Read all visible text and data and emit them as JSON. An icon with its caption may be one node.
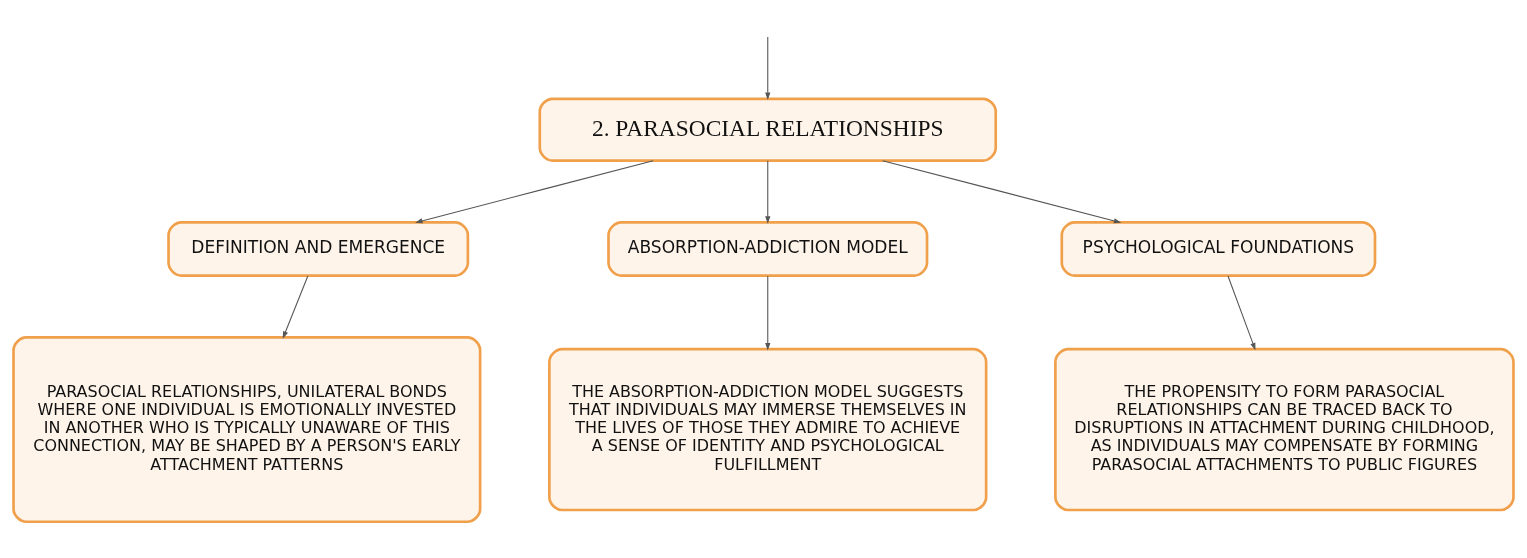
{
  "diagram": {
    "nodes": [
      {
        "text": [
          "2. PARASOCIAL RELATIONSHIPS"
        ]
      },
      {
        "text": [
          "DEFINITION AND EMERGENCE"
        ]
      },
      {
        "text": [
          "ABSORPTION-ADDICTION MODEL"
        ]
      },
      {
        "text": [
          "PSYCHOLOGICAL FOUNDATIONS"
        ]
      },
      {
        "text": [
          "PARASOCIAL RELATIONSHIPS, UNILATERAL BONDS WHERE ONE INDIVIDUAL IS EMOTIONALLY INVESTED IN ANOTHER WHO IS TYPICALLY UNAWARE OF THIS CONNECTION, MAY BE SHAPED BY A PERSON'S EARLY ATTACHMENT PATTERNS"
        ]
      },
      {
        "text": [
          "THE ABSORPTION-ADDICTION MODEL SUGGESTS THAT INDIVIDUALS MAY IMMERSE THEMSELVES IN THE LIVES OF THOSE THEY ADMIRE TO ACHIEVE A SENSE OF IDENTITY AND PSYCHOLOGICAL FULFILLMENT"
        ]
      },
      {
        "text": [
          "THE PROPENSITY TO FORM PARASOCIAL RELATIONSHIPS CAN BE TRACED BACK TO DISRUPTIONS IN ATTACHMENT DURING CHILDHOOD, AS INDIVIDUALS MAY COMPENSATE BY FORMING PARASOCIAL ATTACHMENTS TO PUBLIC FIGURES"
        ]
      }
    ],
    "edges": [
      {
        "from": null,
        "to": 0,
        "arrow": "to"
      },
      {
        "from": 0,
        "to": 1,
        "arrow": "to"
      },
      {
        "from": 0,
        "to": 2,
        "arrow": "to"
      },
      {
        "from": 0,
        "to": 3,
        "arrow": "to"
      },
      {
        "from": 1,
        "to": 4,
        "arrow": "to"
      },
      {
        "from": 2,
        "to": 5,
        "arrow": "to"
      },
      {
        "from": 3,
        "to": 6,
        "arrow": "to"
      }
    ]
  }
}
